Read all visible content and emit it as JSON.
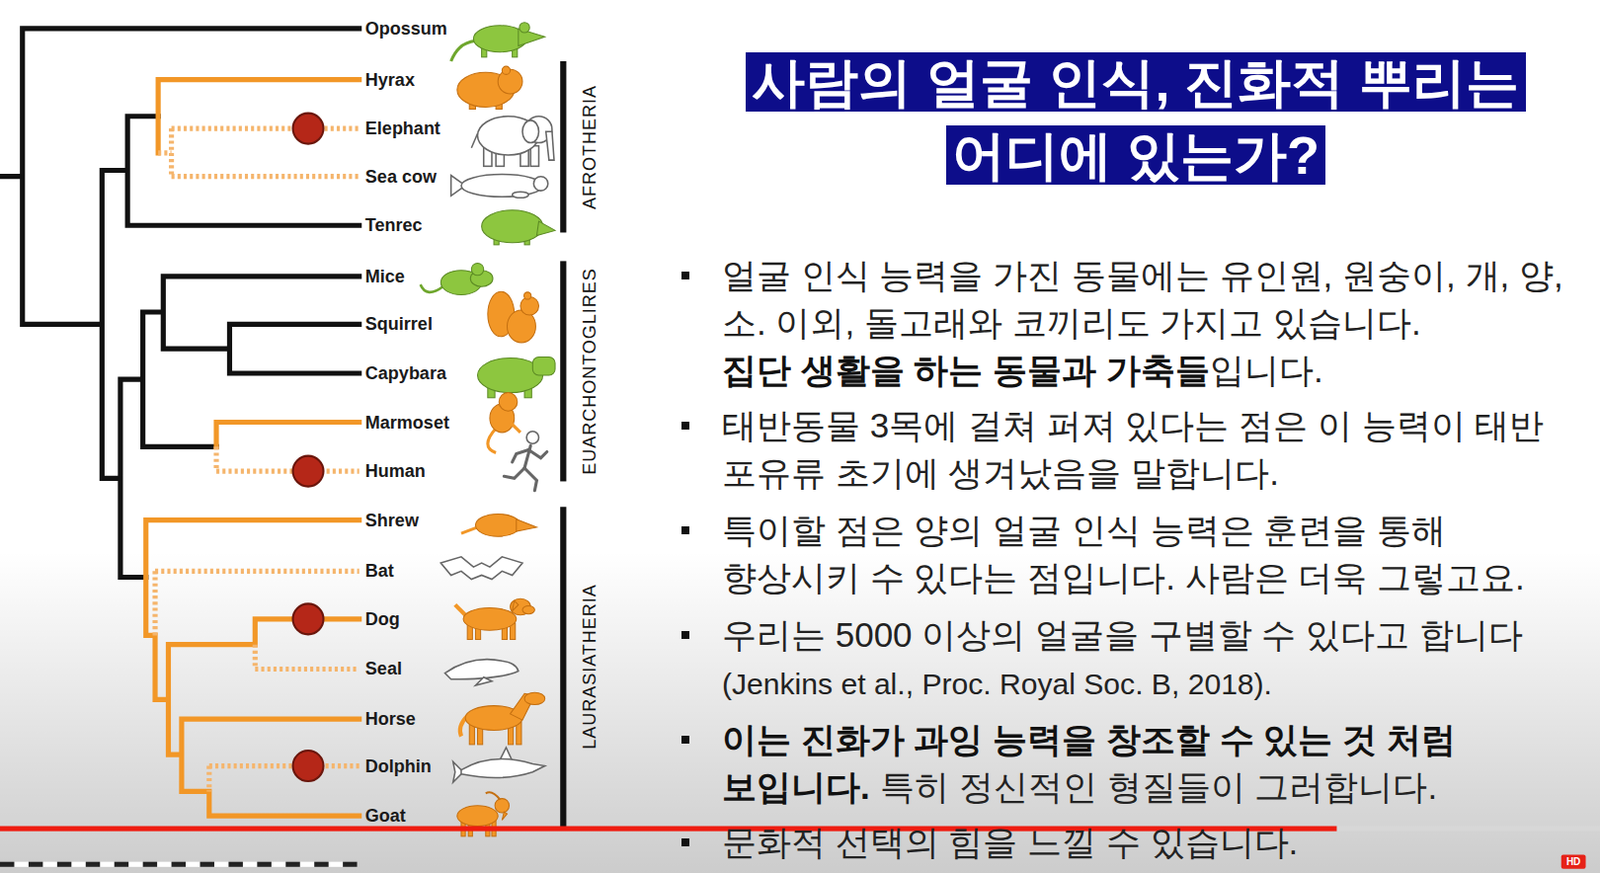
{
  "diagram": {
    "title": "사람의 얼굴 인식, 진화적 뿌리는 어디에 있는가?",
    "labels": [
      "Opossum",
      "Hyrax",
      "Elephant",
      "Sea cow",
      "Tenrec",
      "Mice",
      "Squirrel",
      "Capybara",
      "Marmoset",
      "Human",
      "Shrew",
      "Bat",
      "Dog",
      "Seal",
      "Horse",
      "Dolphin",
      "Goat",
      "AFROTHERIA",
      "EUARCHONTOGLIRES",
      "LAURASIATHERIA",
      "얼굴 인식 능력을 가진 동물에는 유인원, 원숭이, 개, 양, 소. 이외, 돌고래와 코끼리도 가지고 있습니다.",
      "집단 생활을 하는 동물과 가축들",
      "입니다.",
      "태반동물 3목에 걸쳐 퍼져 있다는 점은 이 능력이 태반 포유류 초기에 생겨났음을 말합니다.",
      "특이할 점은 양의 얼굴 인식 능력은 훈련을 통해 향상시키 수 있다는 점입니다. 사람은 더욱 그렇고요.",
      "우리는 5000 이상의 얼굴을 구별할 수 있다고 합니다",
      "(Jenkins et al., Proc. Royal Soc. B, 2018).",
      "이는 진화가 과잉 능력을 창조할 수 있는 것 처럼 보입니다.",
      "특히 정신적인 형질들이 그러합니다.",
      "문화적 선택의 힘을 느낄 수 있습니다.",
      "HD"
    ]
  }
}
